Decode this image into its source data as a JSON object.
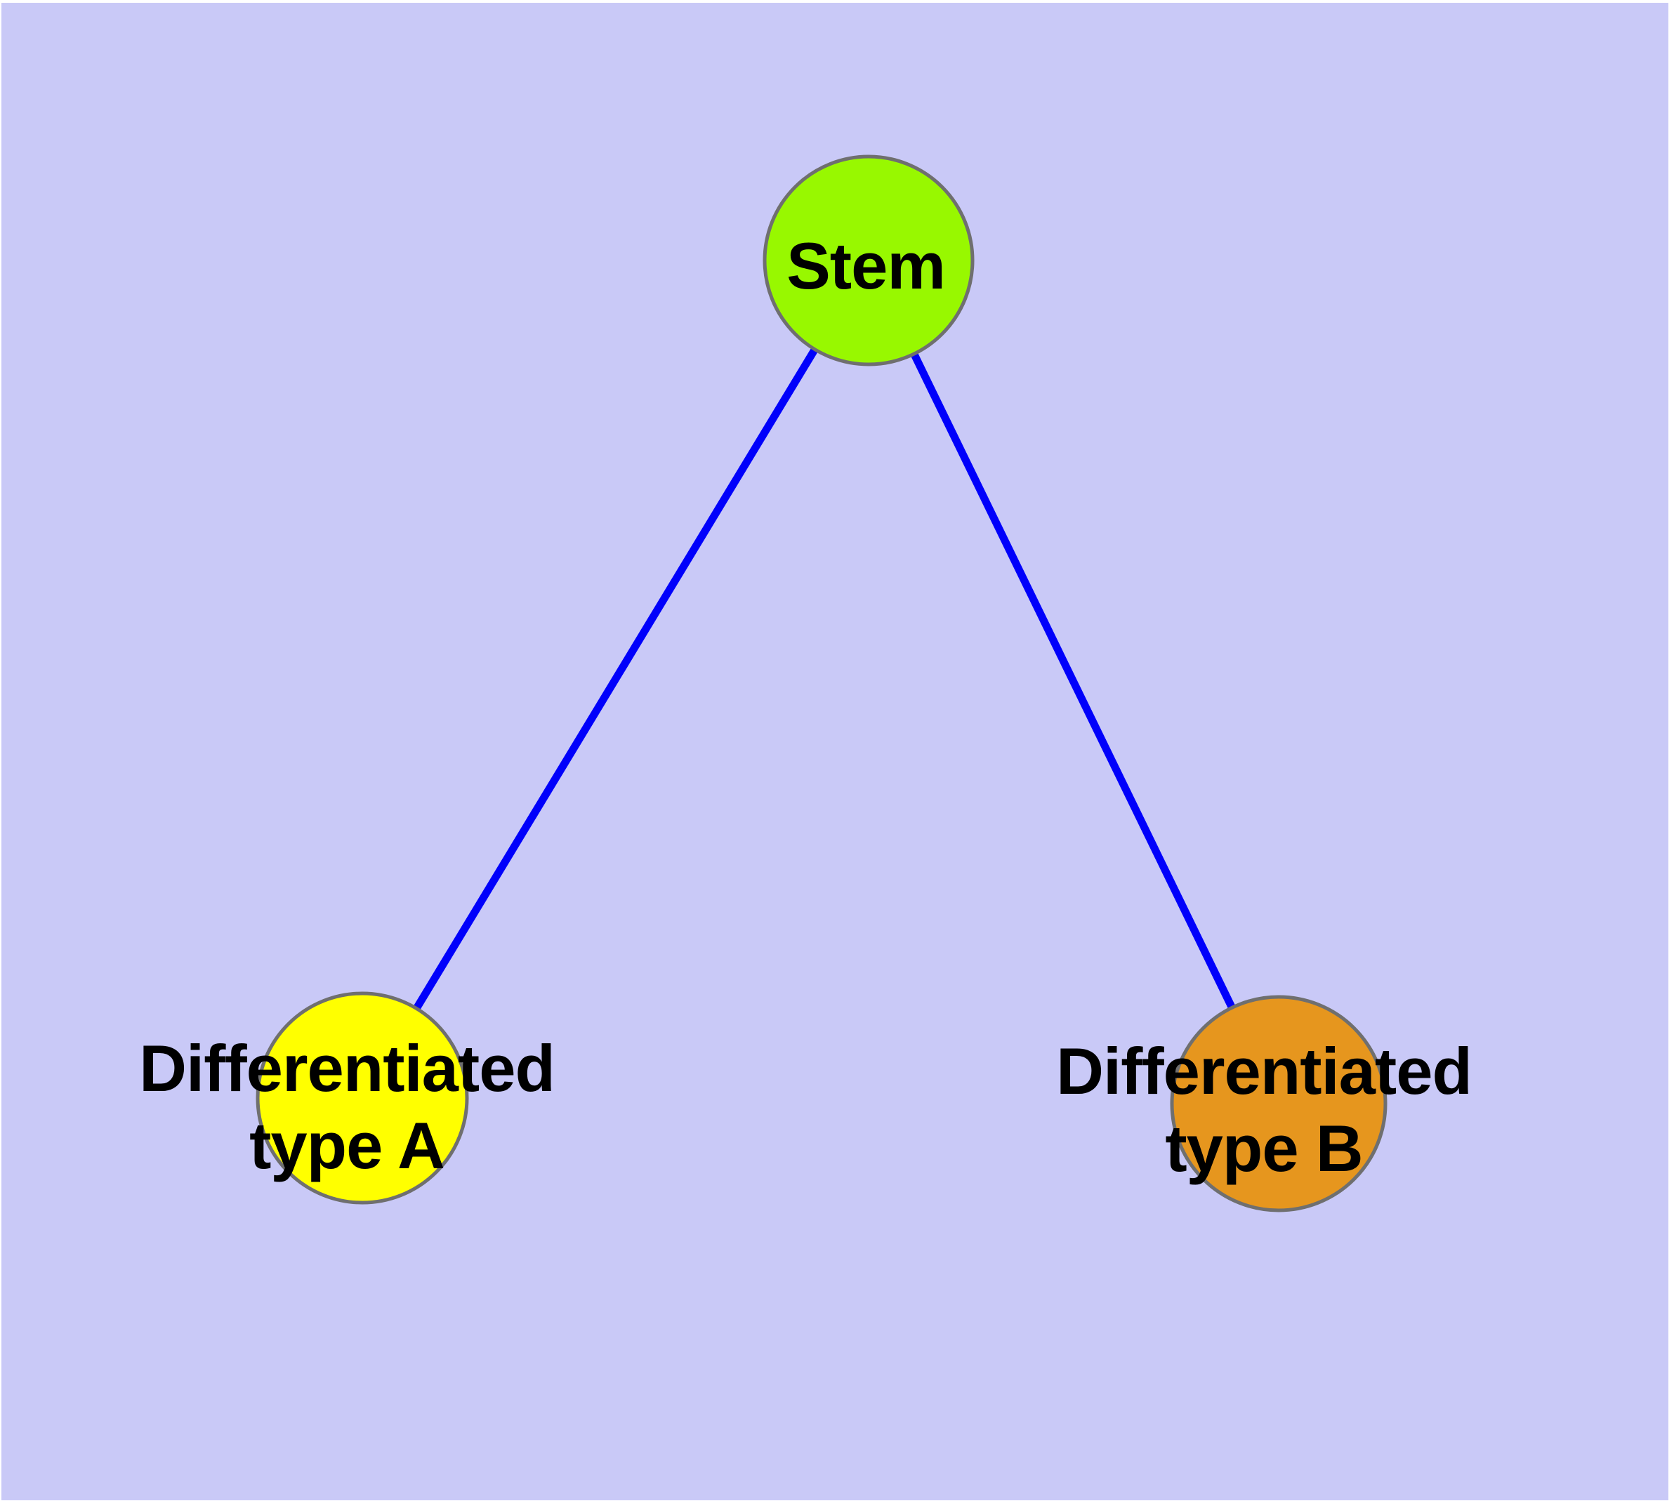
{
  "diagram": {
    "type": "node-edge graph",
    "nodes": {
      "stem": {
        "id": "stem",
        "label": "Stem",
        "fill": "#98F800",
        "shape": "circle"
      },
      "type_a": {
        "id": "type_a",
        "label": "Differentiated\ntype A",
        "fill": "#FFFF00",
        "shape": "circle"
      },
      "type_b": {
        "id": "type_b",
        "label": "Differentiated\ntype B",
        "fill": "#E6961E",
        "shape": "circle"
      }
    },
    "edges": [
      {
        "from": "stem",
        "to": "type_a"
      },
      {
        "from": "stem",
        "to": "type_b"
      }
    ],
    "colors": {
      "background": "#C9C9F7",
      "node_border": "#6F6F6F",
      "edge": "#0000FB",
      "label_text": "#000000"
    }
  }
}
